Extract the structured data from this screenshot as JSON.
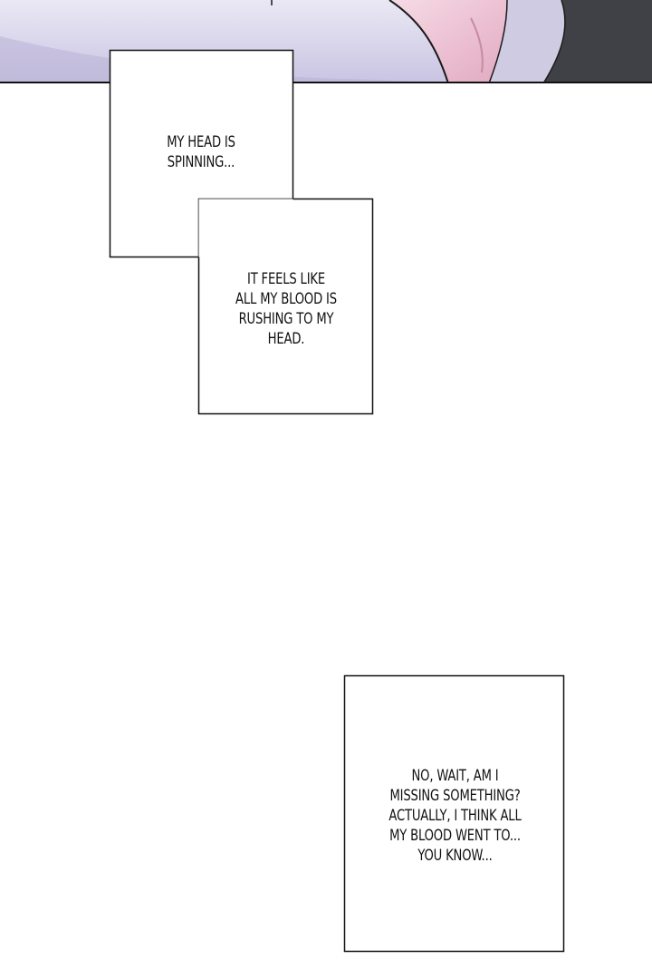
{
  "panels": {
    "top_artwork": {
      "icon": "illustration-fragment",
      "colors": {
        "lavender": "#b9b3d6",
        "pale_lilac": "#dcd8ee",
        "pink": "#e8b4c9",
        "dark_gray": "#3f4146",
        "outline": "#1a1a1a"
      }
    },
    "caption_box_1": {
      "lines": "MY HEAD IS\nSPINNING..."
    },
    "caption_box_2": {
      "lines": "IT FEELS LIKE\nALL MY BLOOD IS\nRUSHING TO MY\nHEAD."
    },
    "caption_box_3": {
      "lines": "NO, WAIT, AM I\nMISSING SOMETHING?\nACTUALLY, I THINK ALL\nMY BLOOD WENT TO...\nYOU KNOW..."
    }
  }
}
